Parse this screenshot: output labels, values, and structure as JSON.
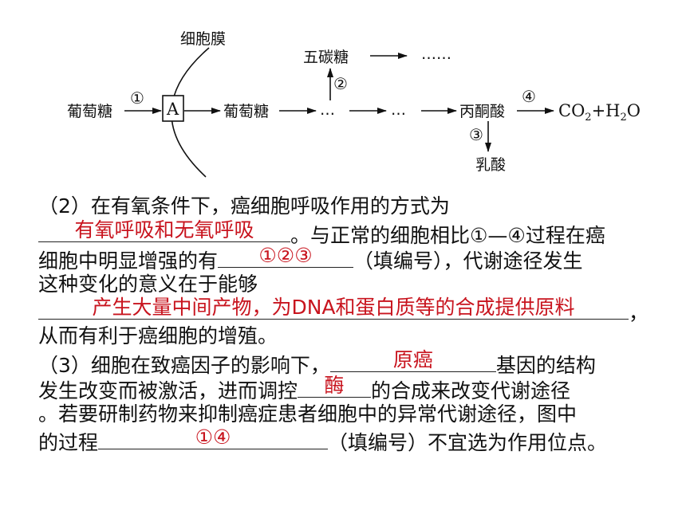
{
  "diagram": {
    "membrane": "细胞膜",
    "glucose_outside": "葡萄糖",
    "transporter": "A",
    "glucose_inside": "葡萄糖",
    "ellipsis_short": "…",
    "ellipsis_mid": "…",
    "pentose": "五碳糖",
    "ellipsis_long": "……",
    "pyruvate": "丙酮酸",
    "lactate": "乳酸",
    "products": {
      "co2": "CO",
      "co2_sub": "2",
      "plus": "+H",
      "h2o_sub": "2",
      "o": "O"
    },
    "steps": {
      "s1": "①",
      "s2": "②",
      "s3": "③",
      "s4": "④"
    }
  },
  "question": {
    "q2_line1": "（2）在有氧条件下，癌细胞呼吸作用的方式为",
    "q2_answer1": "有氧呼吸和无氧呼吸",
    "q2_line2_after": "。与正常的细胞相比①—④过程在癌",
    "q2_line3_before": "细胞中明显增强的有",
    "q2_answer2": "①②③",
    "q2_line3_after": "（填编号），代谢途径发生",
    "q2_line4": "这种变化的意义在于能够",
    "q2_answer3": "产生大量中间产物，为DNA和蛋白质等的合成提供原料",
    "q2_line5_after": "，",
    "q2_line6": "从而有利于癌细胞的增殖。",
    "q3_line1_before": "（3）细胞在致癌因子的影响下，",
    "q3_answer1": "原癌",
    "q3_line1_after": "基因的结构",
    "q3_line2_before": "发生改变而被激活，进而调控",
    "q3_answer2": "酶",
    "q3_line2_after": "的合成来改变代谢途径",
    "q3_line3": "。若要研制药物来抑制癌症患者细胞中的异常代谢途径，图中",
    "q3_line4_before": "的过程",
    "q3_answer3": "①④",
    "q3_line4_after": "（填编号）不宜选为作用位点。"
  }
}
